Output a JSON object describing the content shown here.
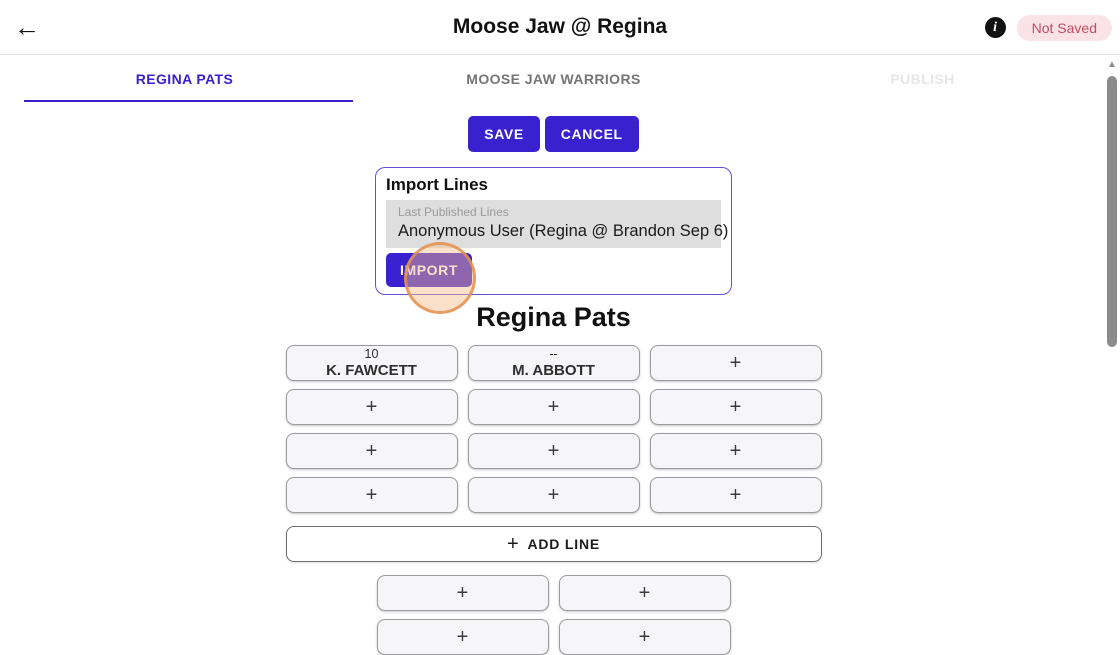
{
  "app_bar": {
    "title": "Moose Jaw @ Regina",
    "status_badge": "Not Saved"
  },
  "icons": {
    "back": "←",
    "info": "i",
    "plus": "+",
    "scroll_up": "▲"
  },
  "tabs": [
    {
      "label": "REGINA PATS",
      "state": "active"
    },
    {
      "label": "MOOSE JAW WARRIORS",
      "state": "normal"
    },
    {
      "label": "PUBLISH",
      "state": "disabled"
    }
  ],
  "actions": {
    "save": "SAVE",
    "cancel": "CANCEL"
  },
  "import_card": {
    "title": "Import Lines",
    "select_label": "Last Published Lines",
    "select_value": "Anonymous User (Regina @ Brandon Sep 6)",
    "import_button": "IMPORT"
  },
  "team": {
    "heading": "Regina Pats",
    "add_line_label": "ADD LINE"
  },
  "grid": {
    "line1": {
      "player1": {
        "number": "10",
        "name": "K. FAWCETT"
      },
      "player2": {
        "number": "--",
        "name": "M. ABBOTT"
      }
    }
  },
  "colors": {
    "accent": "#3a21cf",
    "import_card_border": "#6b4fd8",
    "status_badge_bg": "#fbe2e6",
    "status_badge_text": "#bf4d62",
    "slot_bg": "#f6f6f8",
    "highlight_ring": "#e39050",
    "highlight_fill": "#f7ba8a",
    "scrollbar": "#8b8b8b"
  }
}
